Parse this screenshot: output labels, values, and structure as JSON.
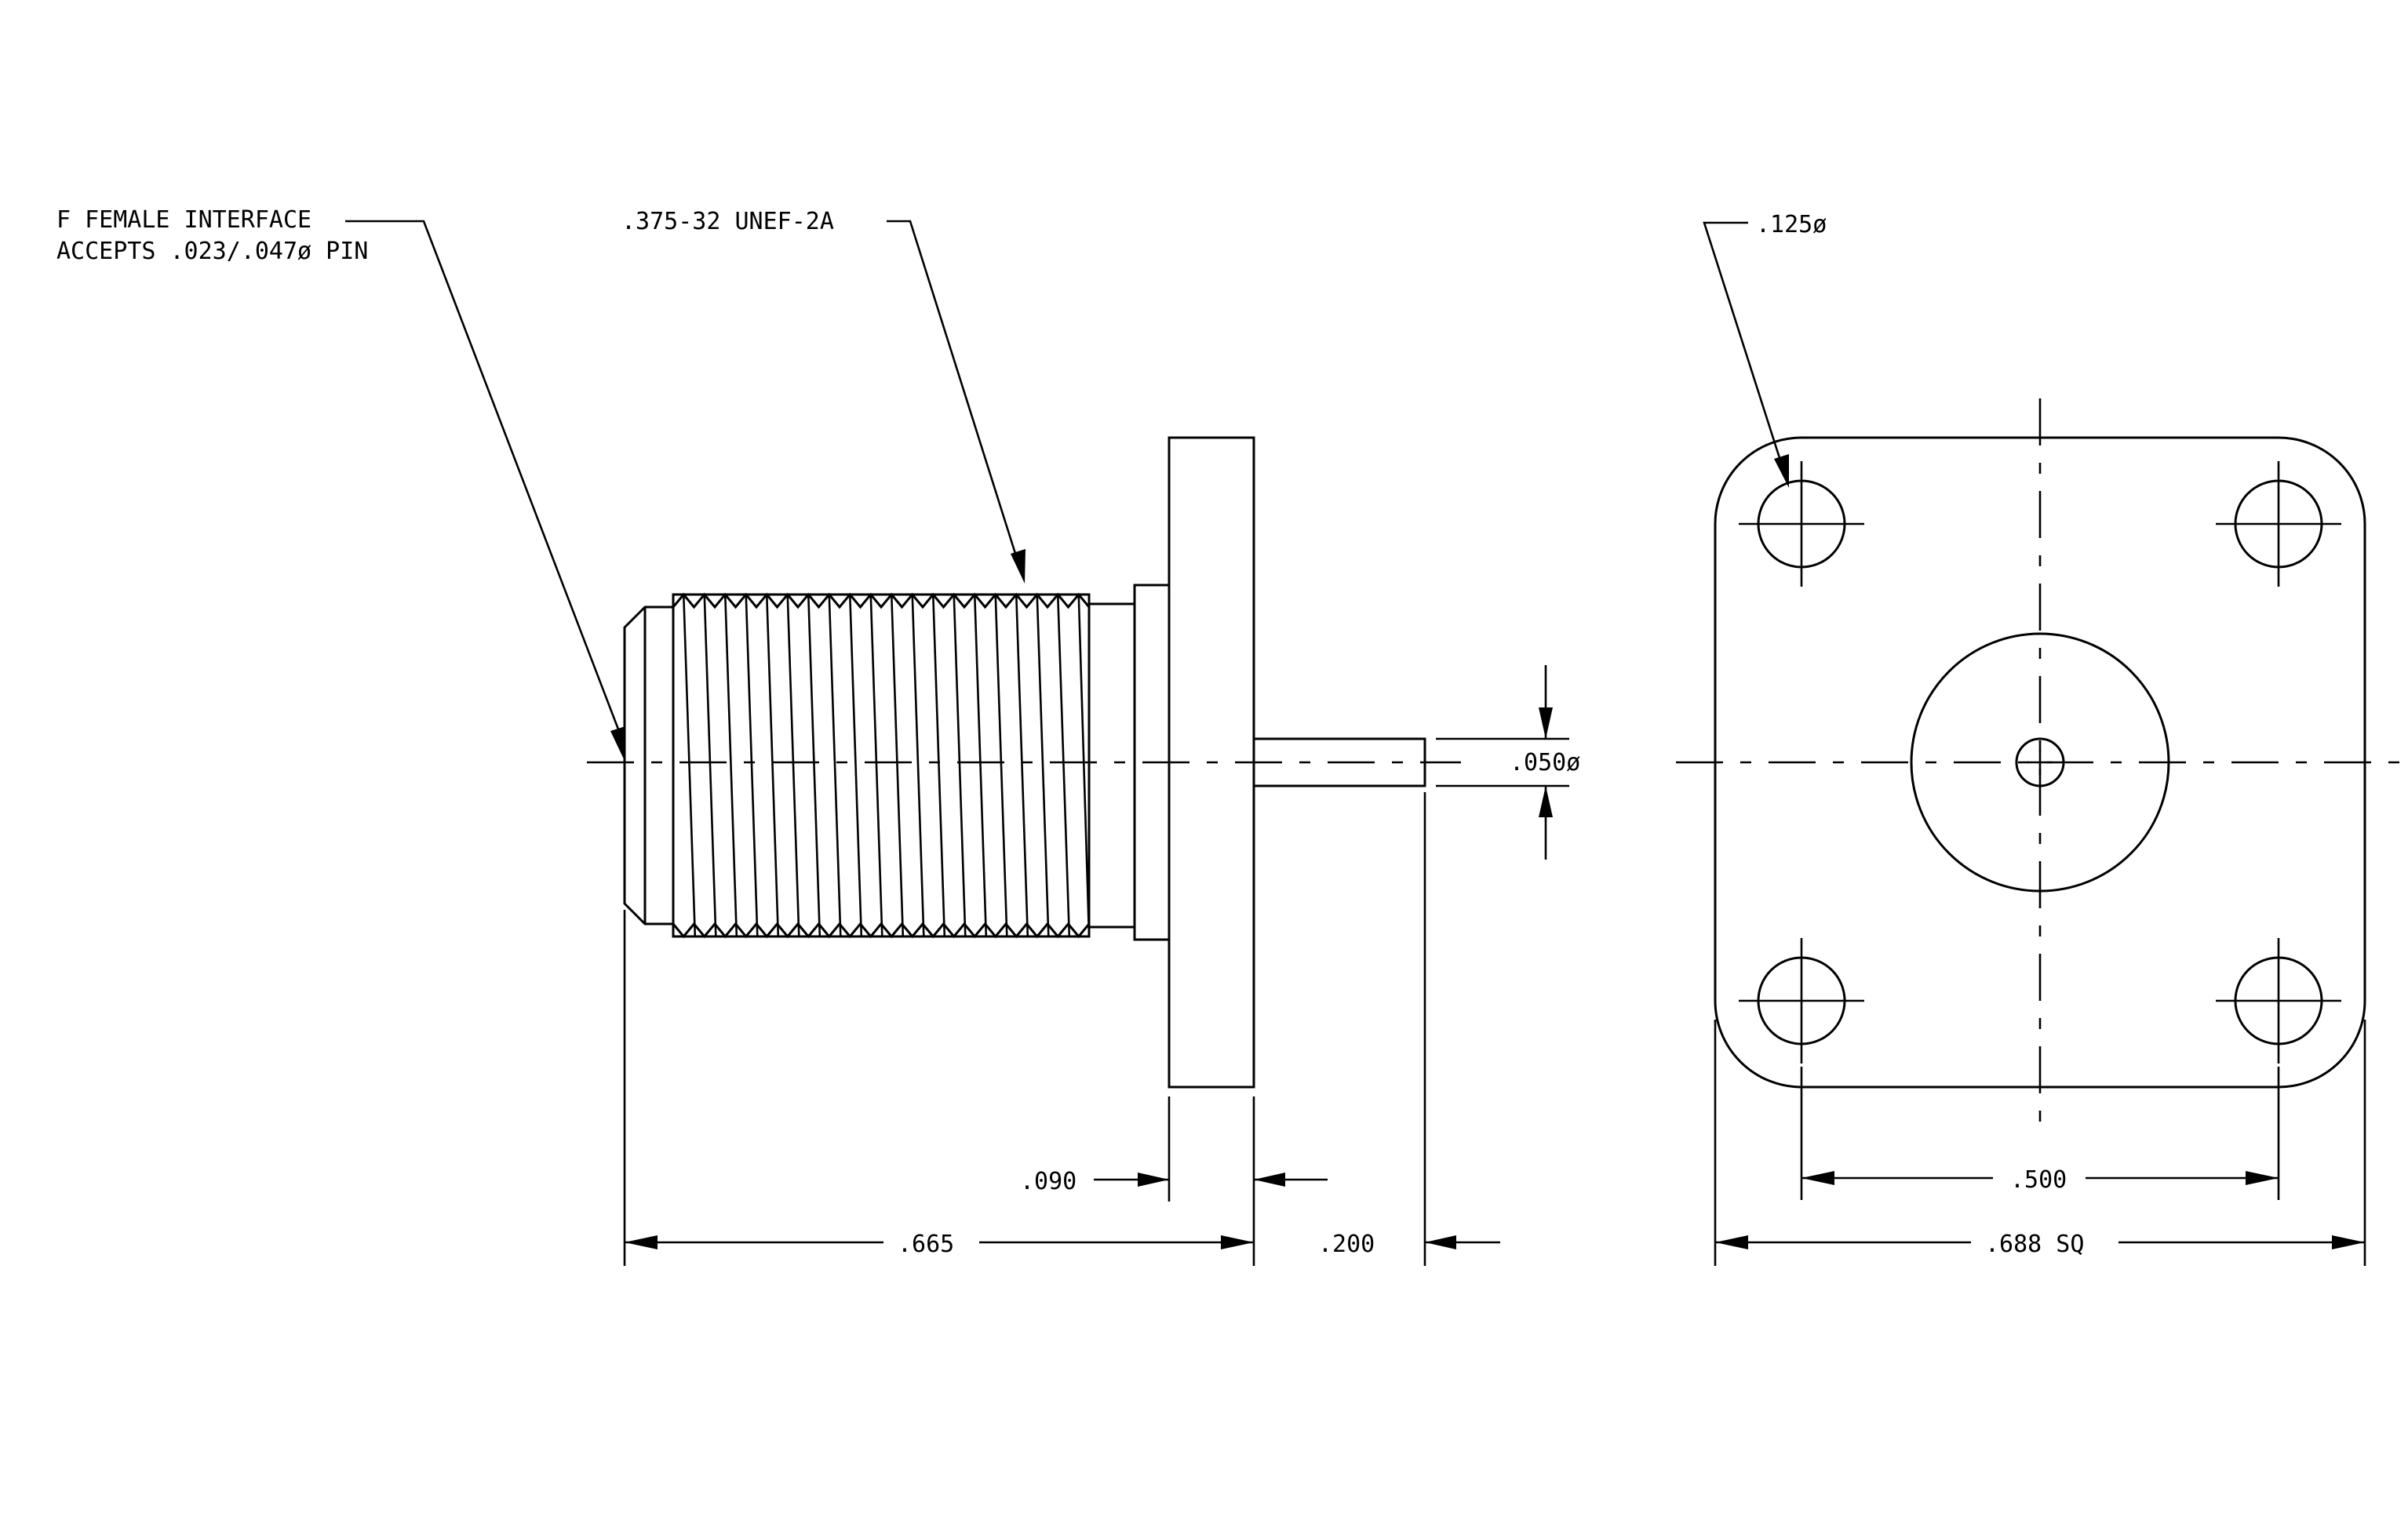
{
  "callouts": {
    "interface_line1": "F FEMALE INTERFACE",
    "interface_line2": "ACCEPTS .023/.047ø PIN",
    "thread": ".375-32 UNEF-2A",
    "hole_dia": ".125ø"
  },
  "dimensions": {
    "pin_dia": ".050ø",
    "flange_thickness": ".090",
    "body_length": ".665",
    "pin_length": ".200",
    "hole_spacing": ".500",
    "flange_square": ".688 SQ"
  }
}
